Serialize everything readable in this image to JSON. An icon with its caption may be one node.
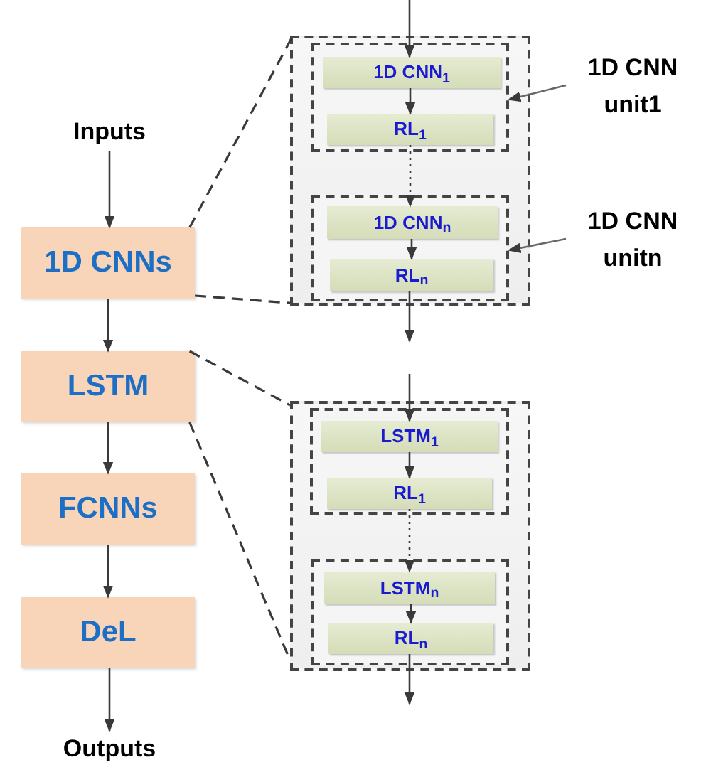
{
  "diagram": {
    "nodes": [
      {
        "text": [
          "Inputs"
        ]
      },
      {
        "text": [
          "1D CNNs"
        ]
      },
      {
        "text": [
          "LSTM"
        ]
      },
      {
        "text": [
          "FCNNs"
        ]
      },
      {
        "text": [
          "DeL"
        ]
      },
      {
        "text": [
          "Outputs"
        ]
      },
      {
        "text": [],
        "shape": "box"
      },
      {
        "text": [],
        "shape": "box",
        "in": 6
      },
      {
        "text": [
          "1D CNN$_{1}$"
        ],
        "in": 7
      },
      {
        "text": [
          "RL$_{1}$"
        ],
        "in": 7
      },
      {
        "text": [],
        "shape": "box",
        "in": 6
      },
      {
        "text": [
          "1D CNN$_{n}$"
        ],
        "in": 10
      },
      {
        "text": [
          "RL$_{n}$"
        ],
        "in": 10
      },
      {
        "text": [
          "1D CNN unit1"
        ]
      },
      {
        "text": [
          "1D CNN unitn"
        ]
      },
      {
        "text": [],
        "shape": "box"
      },
      {
        "text": [],
        "shape": "box",
        "in": 15
      },
      {
        "text": [
          "LSTM$_{1}$"
        ],
        "in": 16
      },
      {
        "text": [
          "RL$_{1}$"
        ],
        "in": 16
      },
      {
        "text": [],
        "shape": "box",
        "in": 15
      },
      {
        "text": [
          "LSTM$_{n}$"
        ],
        "in": 19
      },
      {
        "text": [
          "RL$_{n}$"
        ],
        "in": 19
      }
    ],
    "edges": [
      {
        "from": 0,
        "to": 1,
        "arrow": "to"
      },
      {
        "from": 1,
        "to": 2,
        "arrow": "to"
      },
      {
        "from": 2,
        "to": 3,
        "arrow": "to"
      },
      {
        "from": 3,
        "to": 4,
        "arrow": "to"
      },
      {
        "from": 4,
        "to": 5,
        "arrow": "to"
      },
      {
        "from": 1,
        "to": 6,
        "arrow": "none",
        "style": "dashed"
      },
      {
        "from": 1,
        "to": 6,
        "arrow": "none",
        "style": "dashed"
      },
      {
        "from": null,
        "to": 8,
        "arrow": "to"
      },
      {
        "from": 8,
        "to": 9,
        "arrow": "to"
      },
      {
        "from": 9,
        "to": 11,
        "arrow": "to",
        "style": "dashed"
      },
      {
        "from": 11,
        "to": 12,
        "arrow": "to"
      },
      {
        "from": 12,
        "to": null,
        "arrow": "to"
      },
      {
        "from": 13,
        "to": 7,
        "arrow": "to"
      },
      {
        "from": 14,
        "to": 10,
        "arrow": "to"
      },
      {
        "from": 2,
        "to": 15,
        "arrow": "none",
        "style": "dashed"
      },
      {
        "from": 2,
        "to": 15,
        "arrow": "none",
        "style": "dashed"
      },
      {
        "from": null,
        "to": 17,
        "arrow": "to"
      },
      {
        "from": 17,
        "to": 18,
        "arrow": "to"
      },
      {
        "from": 18,
        "to": 20,
        "arrow": "to",
        "style": "dashed"
      },
      {
        "from": 20,
        "to": 21,
        "arrow": "to"
      },
      {
        "from": 21,
        "to": null,
        "arrow": "to"
      }
    ]
  }
}
